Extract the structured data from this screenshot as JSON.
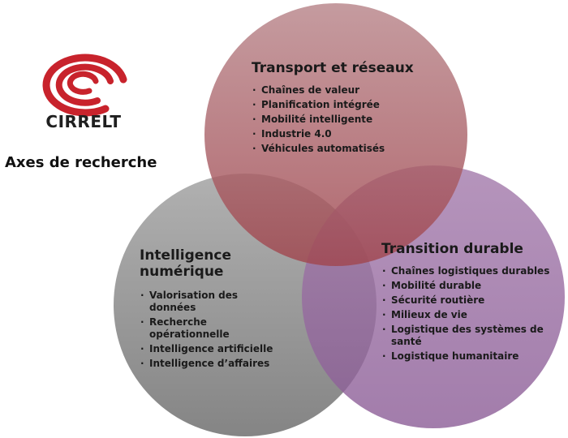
{
  "brand": {
    "name": "CIRRELT",
    "logo_color": "#c8232c"
  },
  "subtitle": "Axes de recherche",
  "circles": {
    "transport": {
      "title": "Transport et réseaux",
      "color": "#a8585e",
      "items": [
        "Chaînes de valeur",
        "Planification intégrée",
        "Mobilité intelligente",
        "Industrie 4.0",
        "Véhicules automatisés"
      ]
    },
    "intelligence": {
      "title_line1": "Intelligence",
      "title_line2": "numérique",
      "color": "#8c8c8c",
      "items": [
        "Valorisation des données",
        "Recherche opérationnelle",
        "Intelligence artificielle",
        "Intelligence d’affaires"
      ]
    },
    "transition": {
      "title": "Transition durable",
      "color": "#8e5f9a",
      "items": [
        "Chaînes logistiques durables",
        "Mobilité durable",
        "Sécurité routière",
        "Milieux de vie",
        "Logistique des systèmes de santé",
        "Logistique humanitaire"
      ]
    }
  }
}
